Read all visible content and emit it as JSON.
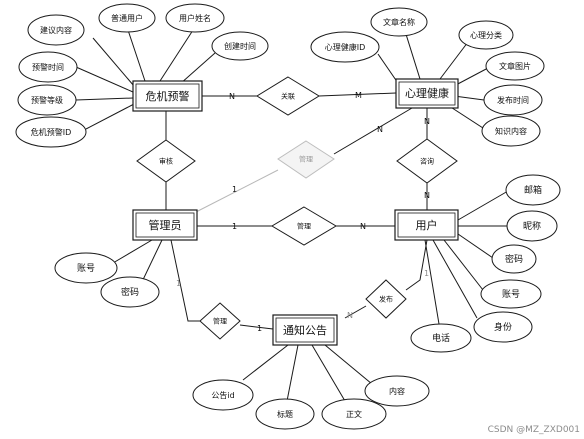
{
  "entities": {
    "crisis": "危机预警",
    "psych": "心理健康",
    "admin": "管理员",
    "user": "用户",
    "notice": "通知公告"
  },
  "relationships": {
    "related": "关联",
    "manage_psych": "管理",
    "review": "审核",
    "consult": "咨询",
    "manage_user": "管理",
    "manage_notice": "管理",
    "publish": "发布"
  },
  "attributes": {
    "crisis": [
      "建议内容",
      "普通用户",
      "用户姓名",
      "创建时间",
      "预警时间",
      "预警等级",
      "危机预警ID"
    ],
    "psych": [
      "文章名称",
      "心理健康ID",
      "心理分类",
      "文章图片",
      "发布时间",
      "知识内容"
    ],
    "admin": [
      "账号",
      "密码"
    ],
    "user": [
      "邮箱",
      "昵称",
      "密码",
      "账号",
      "身份",
      "电话"
    ],
    "notice": [
      "公告id",
      "标题",
      "正文",
      "内容"
    ]
  },
  "cardinalities": {
    "crisis_related": "N",
    "psych_related": "M",
    "psych_manage": "N",
    "admin_manage_psych": "1",
    "psych_consult": "N",
    "user_consult": "N",
    "admin_manage_user": "1",
    "user_manage": "N",
    "admin_manage_notice_top": "1",
    "admin_manage_notice": "1",
    "notice_publish": "N",
    "user_publish": "1"
  },
  "watermark": "CSDN @MZ_ZXD001"
}
